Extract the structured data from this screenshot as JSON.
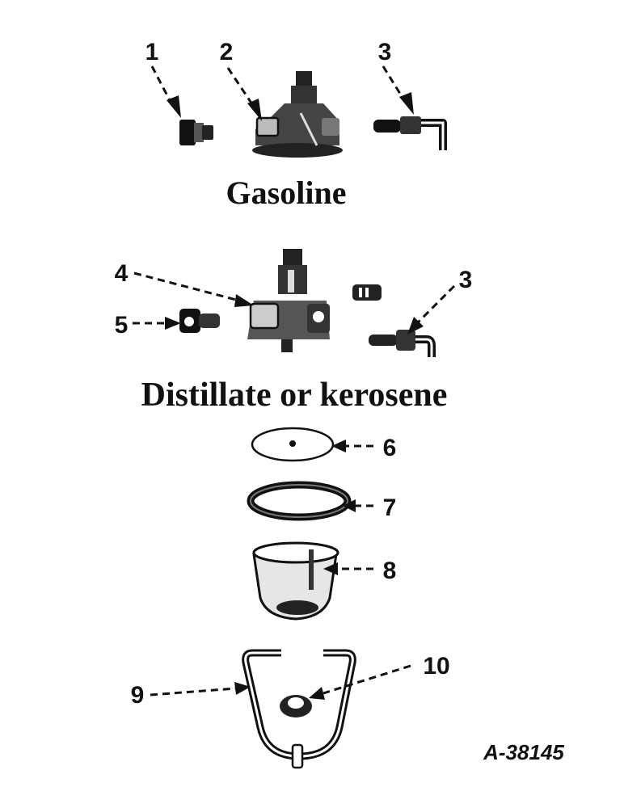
{
  "captions": {
    "gasoline": "Gasoline",
    "distillate": "Distillate or kerosene"
  },
  "callouts": [
    "1",
    "2",
    "3",
    "3",
    "4",
    "5",
    "6",
    "7",
    "8",
    "9",
    "10"
  ],
  "figure_number": "A-38145",
  "colors": {
    "ink": "#111111",
    "paper": "#ffffff"
  }
}
